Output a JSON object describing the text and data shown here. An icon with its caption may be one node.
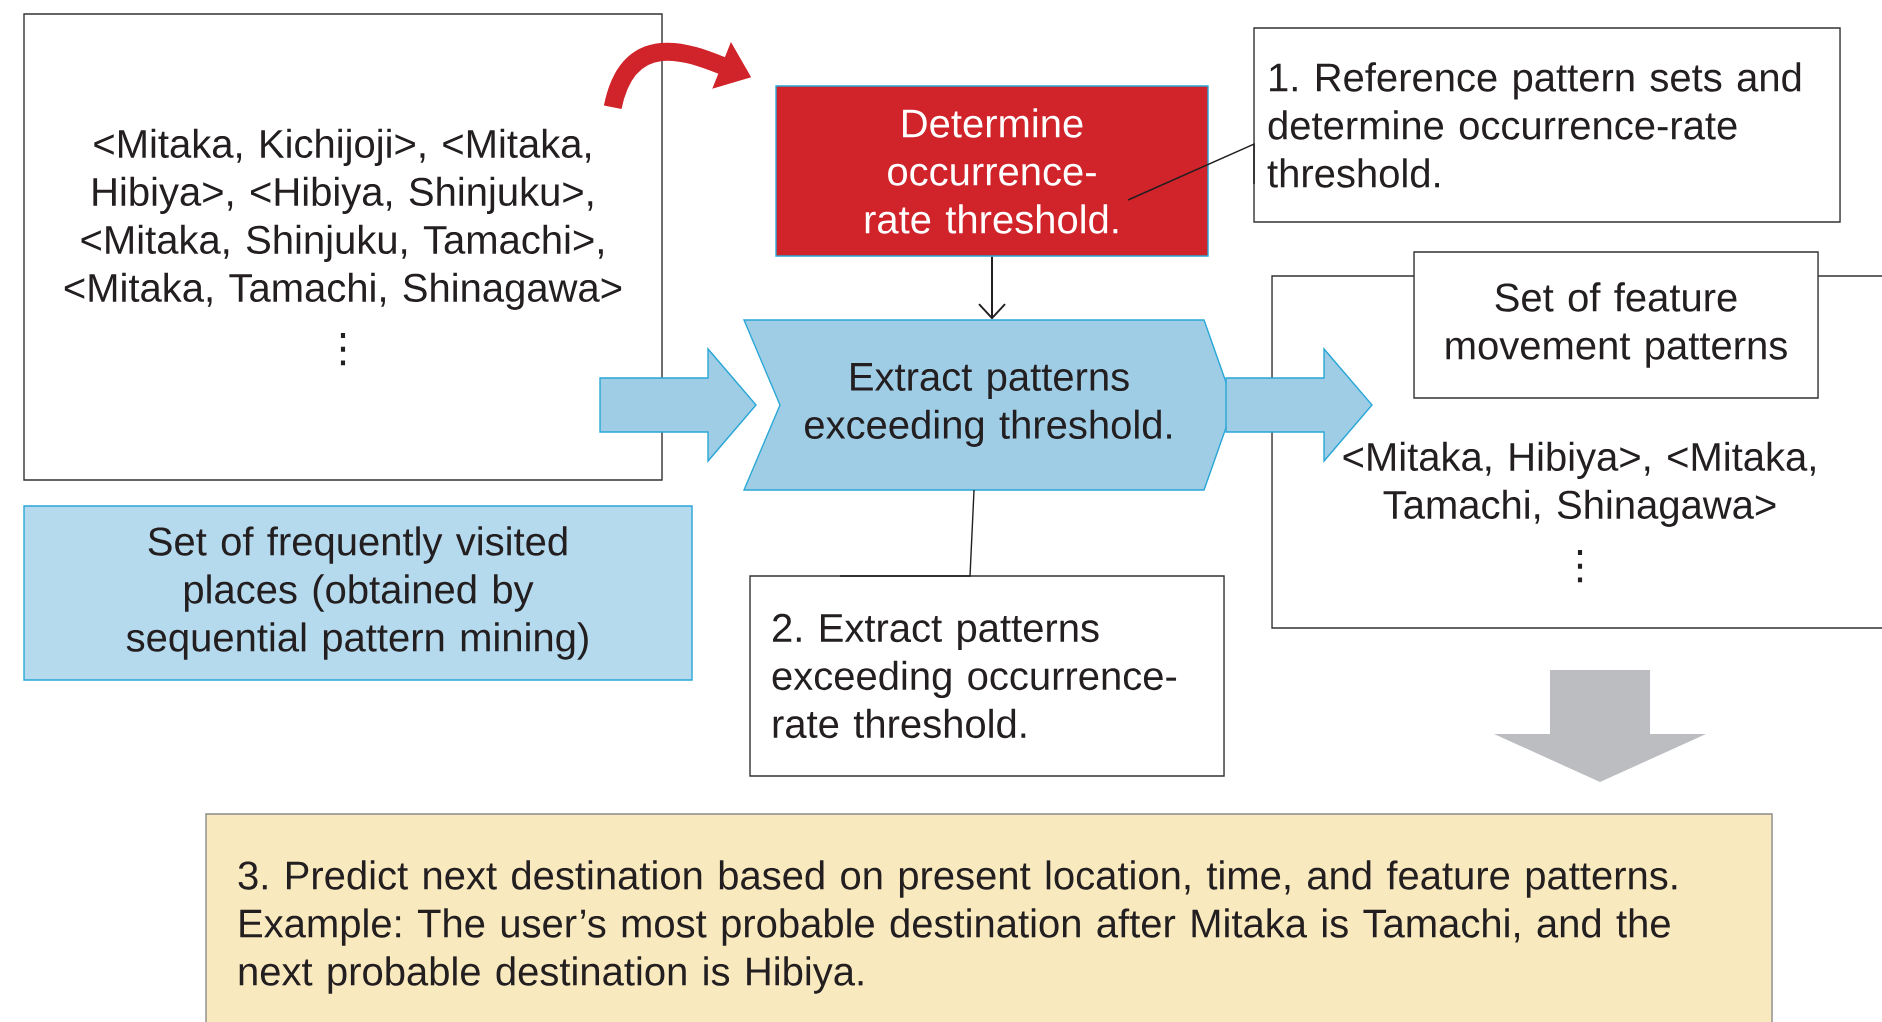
{
  "diagram": {
    "nodes": [
      {
        "text": [
          "<Mitaka, Kichijoji>, <Mitaka, Hibiya>, <Hibiya, Shinjuku>, <Mitaka, Shinjuku, Tamachi>, <Mitaka, Tamachi, Shinagawa>",
          "⋮"
        ]
      },
      {
        "text": [
          "Set of frequently visited places (obtained by sequential pattern mining)"
        ]
      },
      {
        "text": [
          "Determine occurrence-rate threshold."
        ]
      },
      {
        "text": [
          "1. Reference pattern sets and determine occurrence-rate threshold."
        ]
      },
      {
        "text": [
          "Extract patterns exceeding threshold."
        ]
      },
      {
        "text": [
          "2. Extract patterns exceeding occurrence-rate threshold."
        ]
      },
      {
        "text": [
          "Set of feature movement patterns",
          "<Mitaka, Hibiya>, <Mitaka, Tamachi, Shinagawa>",
          "⋮"
        ]
      },
      {
        "text": [
          "3. Predict next destination based on present location, time, and feature patterns.",
          "Example: The user’s most probable destination after Mitaka is Tamachi, and the next probable destination is Hibiya."
        ]
      }
    ],
    "edges": [
      {
        "from": 0,
        "to": 2,
        "arrow": "to",
        "style": "thick",
        "color": "#d0232a"
      },
      {
        "from": 2,
        "to": 4,
        "arrow": "to",
        "color": "#231f20"
      },
      {
        "from": 3,
        "to": 2,
        "arrow": "none",
        "color": "#231f20"
      },
      {
        "from": 0,
        "to": 4,
        "arrow": "to",
        "style": "thick"
      },
      {
        "from": 4,
        "to": 6,
        "arrow": "to",
        "style": "thick"
      },
      {
        "from": 5,
        "to": 4,
        "arrow": "none",
        "color": "#231f20"
      },
      {
        "from": 6,
        "to": 7,
        "arrow": "to",
        "style": "thick",
        "color": "#bcbdc0"
      }
    ]
  }
}
